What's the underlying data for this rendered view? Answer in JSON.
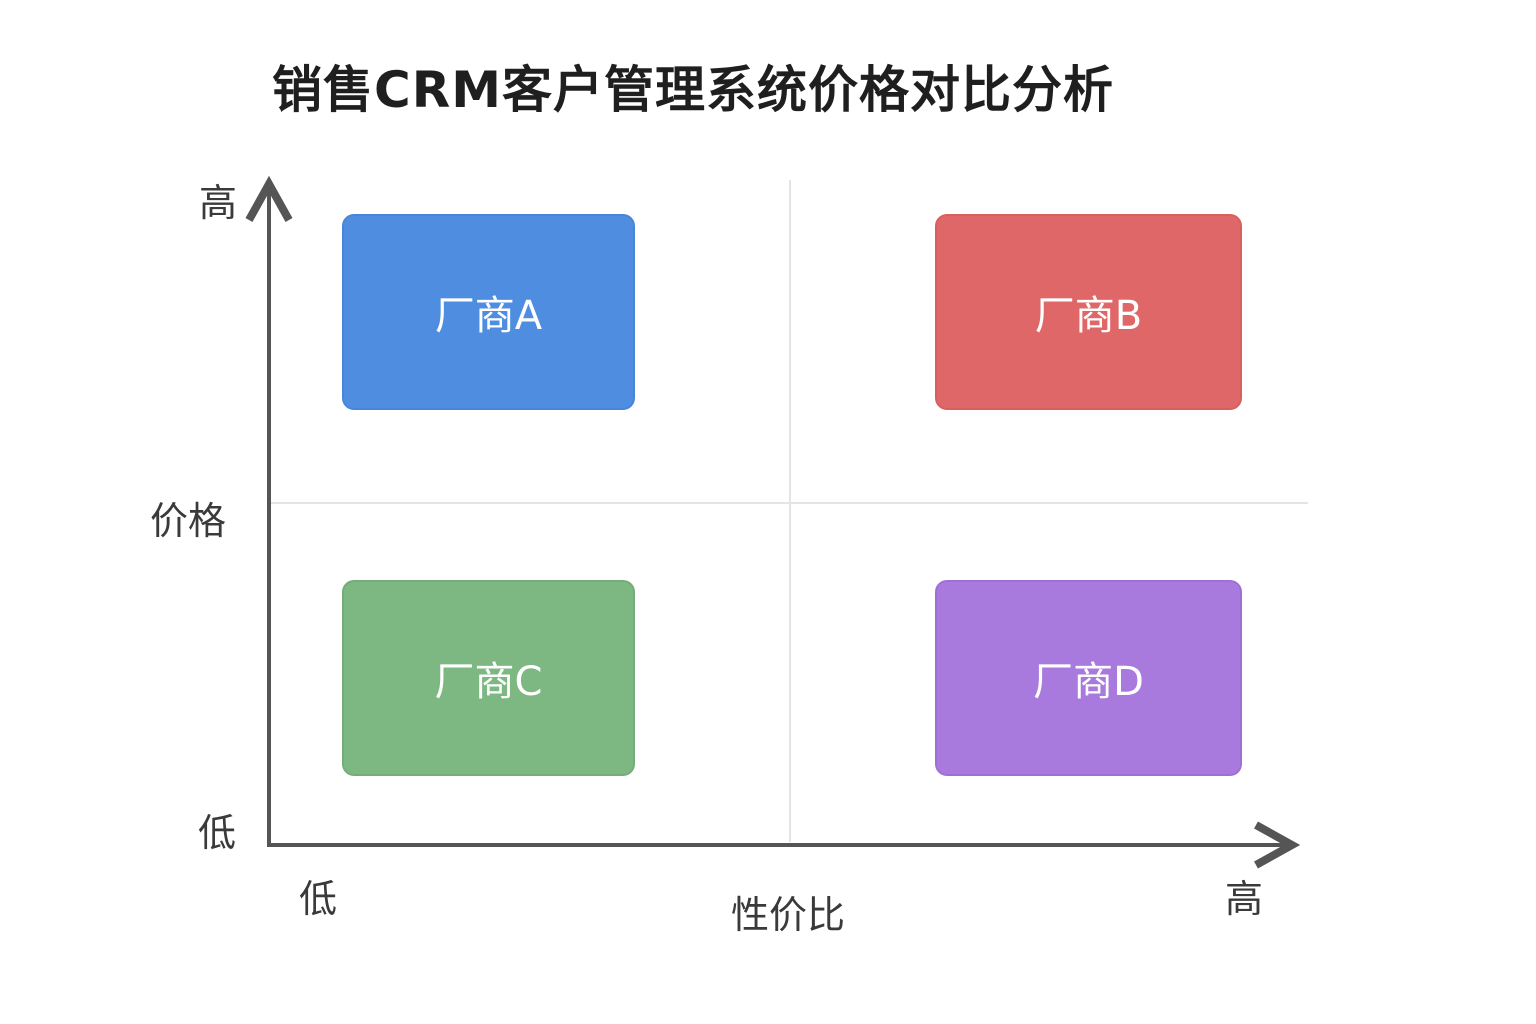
{
  "title": "销售CRM客户管理系统价格对比分析",
  "y_axis": {
    "label": "价格",
    "high": "高",
    "low": "低"
  },
  "x_axis": {
    "label": "性价比",
    "high": "高",
    "low": "低"
  },
  "quadrants": [
    {
      "label": "厂商A",
      "position": "top-left",
      "color": "#4f8de0"
    },
    {
      "label": "厂商B",
      "position": "top-right",
      "color": "#e06767"
    },
    {
      "label": "厂商C",
      "position": "bottom-left",
      "color": "#7db883"
    },
    {
      "label": "厂商D",
      "position": "bottom-right",
      "color": "#a97add"
    }
  ],
  "colors": {
    "axis": "#555555",
    "grid": "#e4e4e4"
  }
}
